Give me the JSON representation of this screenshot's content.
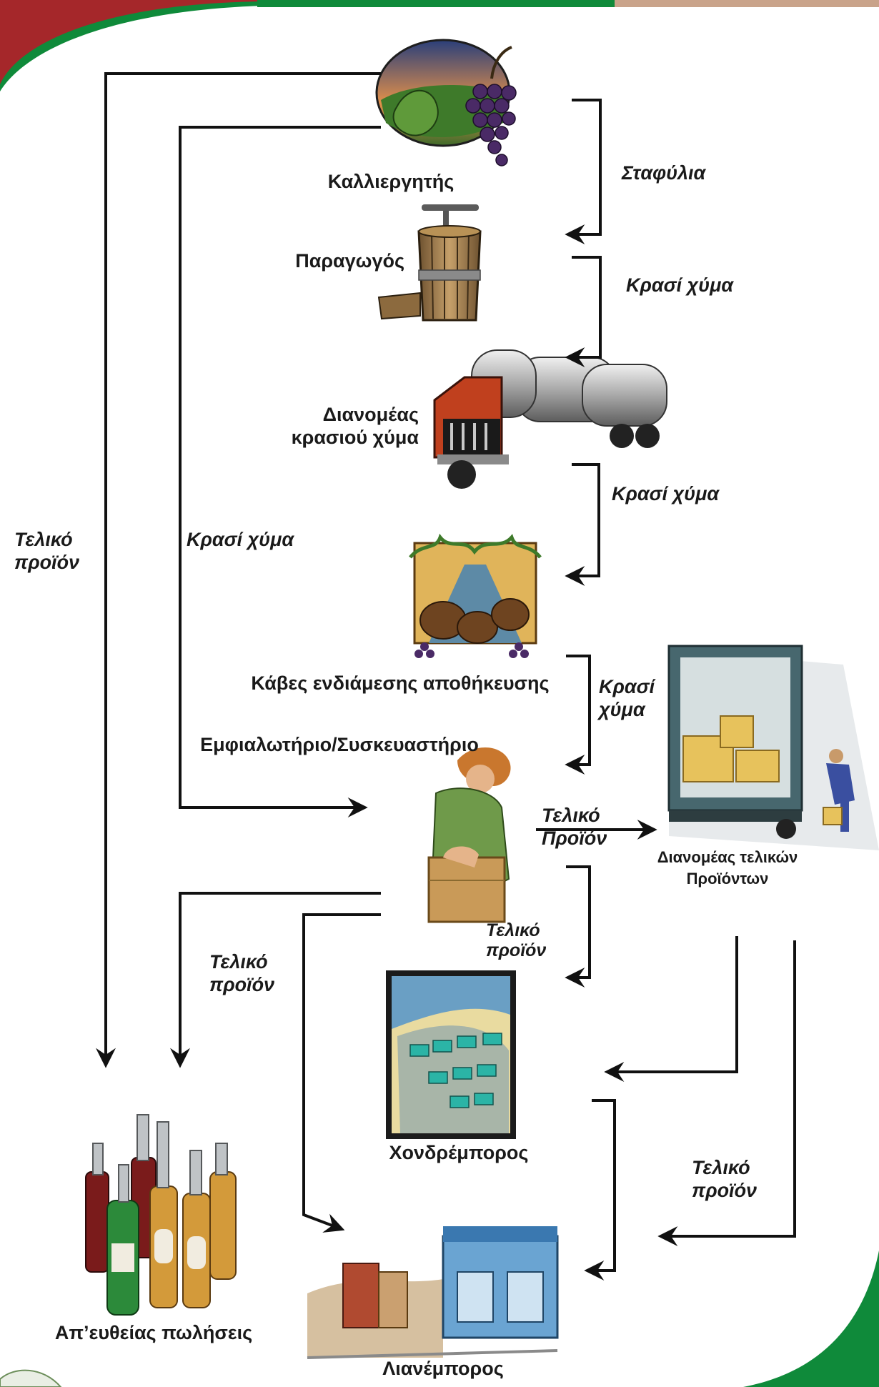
{
  "nodes": {
    "grower": "Καλλιεργητής",
    "producer": "Παραγωγός",
    "bulk_distributor_line1": "Διανομέας",
    "bulk_distributor_line2": "κρασιού χύμα",
    "storage_cellars": "Κάβες ενδιάμεσης αποθήκευσης",
    "bottler": "Εμφιαλωτήριο/Συσκευαστήριο",
    "product_distributor_line1": "Διανομέας τελικών",
    "product_distributor_line2": "Προϊόντων",
    "wholesaler": "Χονδρέμπορος",
    "direct_sales": "Απ’ευθείας πωλήσεις",
    "retailer": "Λιανέμπορος"
  },
  "flows": {
    "grapes": "Σταφύλια",
    "bulk_wine": "Κρασί χύμα",
    "bulk_wine_split_1": "Κρασί",
    "bulk_wine_split_2": "χύμα",
    "final_product_1": "Τελικό",
    "final_product_2": "προϊόν",
    "final_product_2_cap": "Προϊόν"
  },
  "colors": {
    "header_green": "#0f8a3a",
    "header_red": "#a5272a",
    "arrow": "#111111"
  }
}
